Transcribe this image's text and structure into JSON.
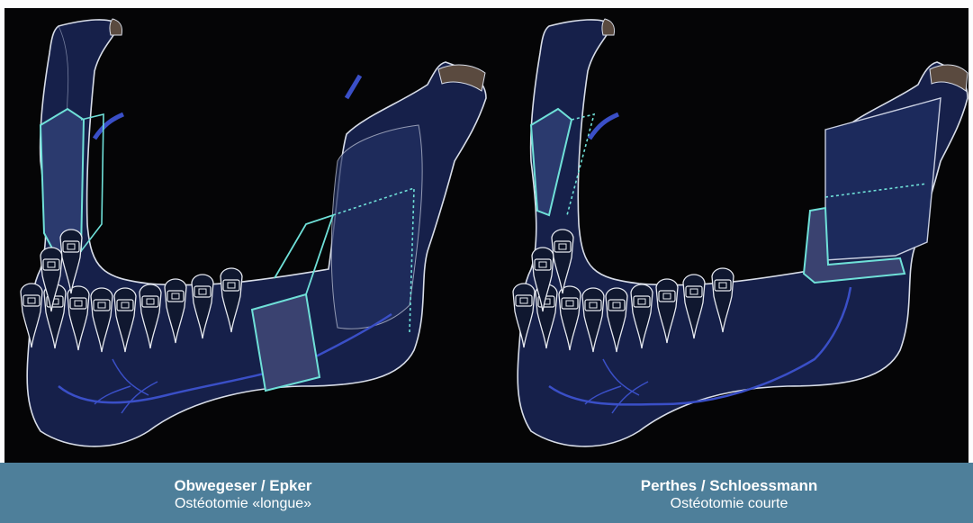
{
  "panels": [
    {
      "title": "Obwegeser / Epker",
      "subtitle": "Ostéotomie «longue»"
    },
    {
      "title": "Perthes / Schloessmann",
      "subtitle": "Ostéotomie courte"
    }
  ],
  "colors": {
    "background": "#050506",
    "caption_bar": "#4e7f9a",
    "bone_fill": "#16204a",
    "bone_outline": "#d8dde8",
    "cut_line": "#6fe0d8",
    "nerve": "#3a4fc7",
    "condyle_cap": "#5a4a3f"
  }
}
